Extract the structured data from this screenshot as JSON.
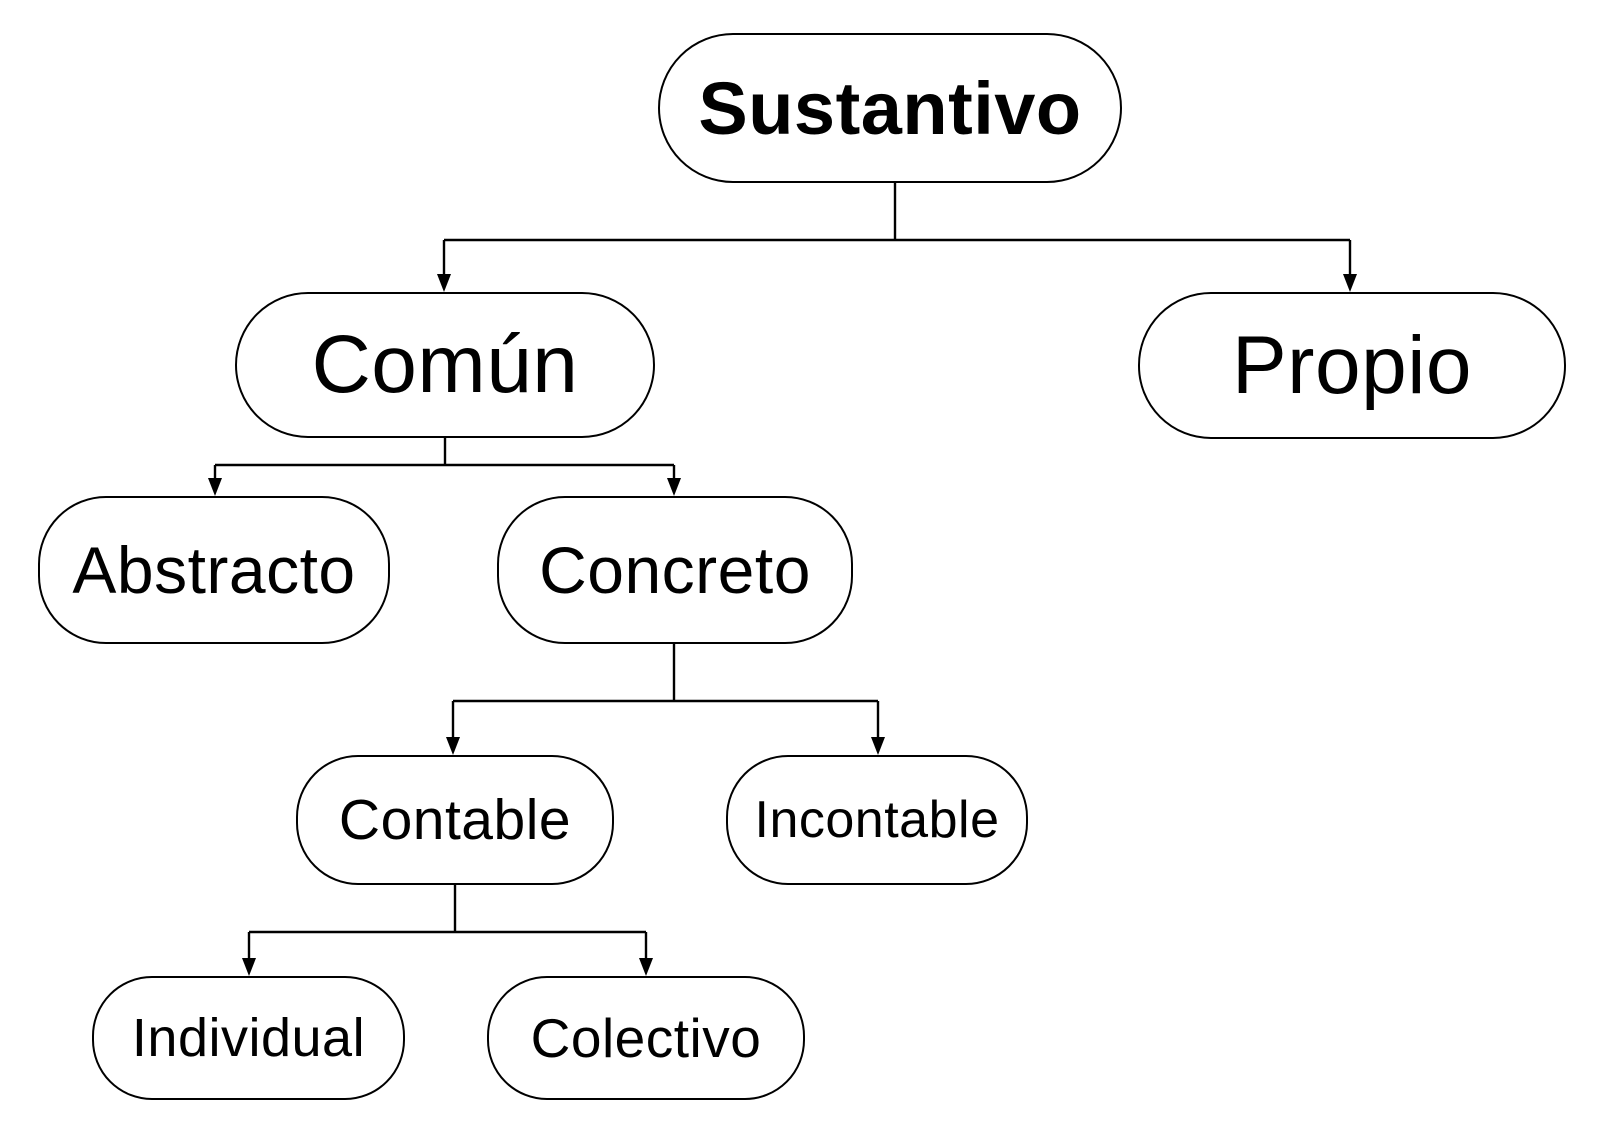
{
  "diagram": {
    "type": "tree",
    "title": "Sustantivo",
    "language": "es",
    "colors": {
      "stroke": "#000000",
      "background": "#ffffff",
      "text": "#000000"
    },
    "nodes": [
      {
        "id": "sustantivo",
        "label": "Sustantivo",
        "parent": null,
        "level": 0,
        "emphasis": "bold"
      },
      {
        "id": "comun",
        "label": "Común",
        "parent": "sustantivo",
        "level": 1,
        "emphasis": "normal"
      },
      {
        "id": "propio",
        "label": "Propio",
        "parent": "sustantivo",
        "level": 1,
        "emphasis": "normal"
      },
      {
        "id": "abstracto",
        "label": "Abstracto",
        "parent": "comun",
        "level": 2,
        "emphasis": "normal"
      },
      {
        "id": "concreto",
        "label": "Concreto",
        "parent": "comun",
        "level": 2,
        "emphasis": "normal"
      },
      {
        "id": "contable",
        "label": "Contable",
        "parent": "concreto",
        "level": 3,
        "emphasis": "normal"
      },
      {
        "id": "incontable",
        "label": "Incontable",
        "parent": "concreto",
        "level": 3,
        "emphasis": "normal"
      },
      {
        "id": "individual",
        "label": "Individual",
        "parent": "contable",
        "level": 4,
        "emphasis": "normal"
      },
      {
        "id": "colectivo",
        "label": "Colectivo",
        "parent": "contable",
        "level": 4,
        "emphasis": "normal"
      }
    ],
    "edges": [
      {
        "from": "sustantivo",
        "to": "comun",
        "arrow": "to"
      },
      {
        "from": "sustantivo",
        "to": "propio",
        "arrow": "to"
      },
      {
        "from": "comun",
        "to": "abstracto",
        "arrow": "to"
      },
      {
        "from": "comun",
        "to": "concreto",
        "arrow": "to"
      },
      {
        "from": "concreto",
        "to": "contable",
        "arrow": "to"
      },
      {
        "from": "concreto",
        "to": "incontable",
        "arrow": "to"
      },
      {
        "from": "contable",
        "to": "individual",
        "arrow": "to"
      },
      {
        "from": "contable",
        "to": "colectivo",
        "arrow": "to"
      }
    ]
  }
}
